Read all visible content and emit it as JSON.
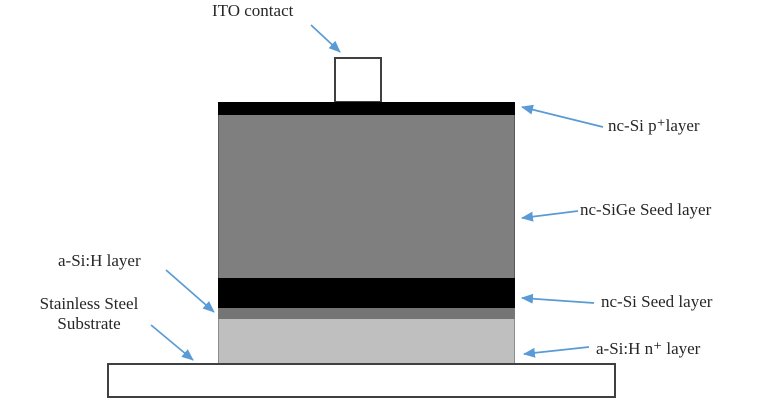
{
  "figure": {
    "type": "semiconductor-layer-stack-diagram",
    "labels": {
      "ito_contact": "ITO contact",
      "p_layer": "nc-Si p⁺layer",
      "sige_seed_layer": "nc-SiGe Seed layer",
      "si_seed_layer": "nc-Si Seed layer",
      "a_si_h_layer": "a-Si:H layer",
      "substrate_line1": "Stainless Steel",
      "substrate_line2": "Substrate",
      "n_layer": "a-Si:H n⁺ layer"
    },
    "layers_top_to_bottom": [
      {
        "name": "ITO contact",
        "fill": "#FFFFFF"
      },
      {
        "name": "nc-Si p⁺layer",
        "fill": "#000000"
      },
      {
        "name": "nc-SiGe Seed layer",
        "fill": "#7F7F7F"
      },
      {
        "name": "nc-Si Seed layer",
        "fill": "#000000"
      },
      {
        "name": "a-Si:H layer",
        "fill": "#757575"
      },
      {
        "name": "a-Si:H n⁺ layer",
        "fill": "#BFBFBF"
      },
      {
        "name": "Stainless Steel Substrate",
        "fill": "#FFFFFF"
      }
    ],
    "colors": {
      "arrow": "#5B9BD5",
      "text": "#262626",
      "outline": "#404040",
      "black_layer": "#000000",
      "sige_gray": "#7F7F7F",
      "thin_gray": "#757575",
      "light_gray": "#BFBFBF"
    }
  }
}
